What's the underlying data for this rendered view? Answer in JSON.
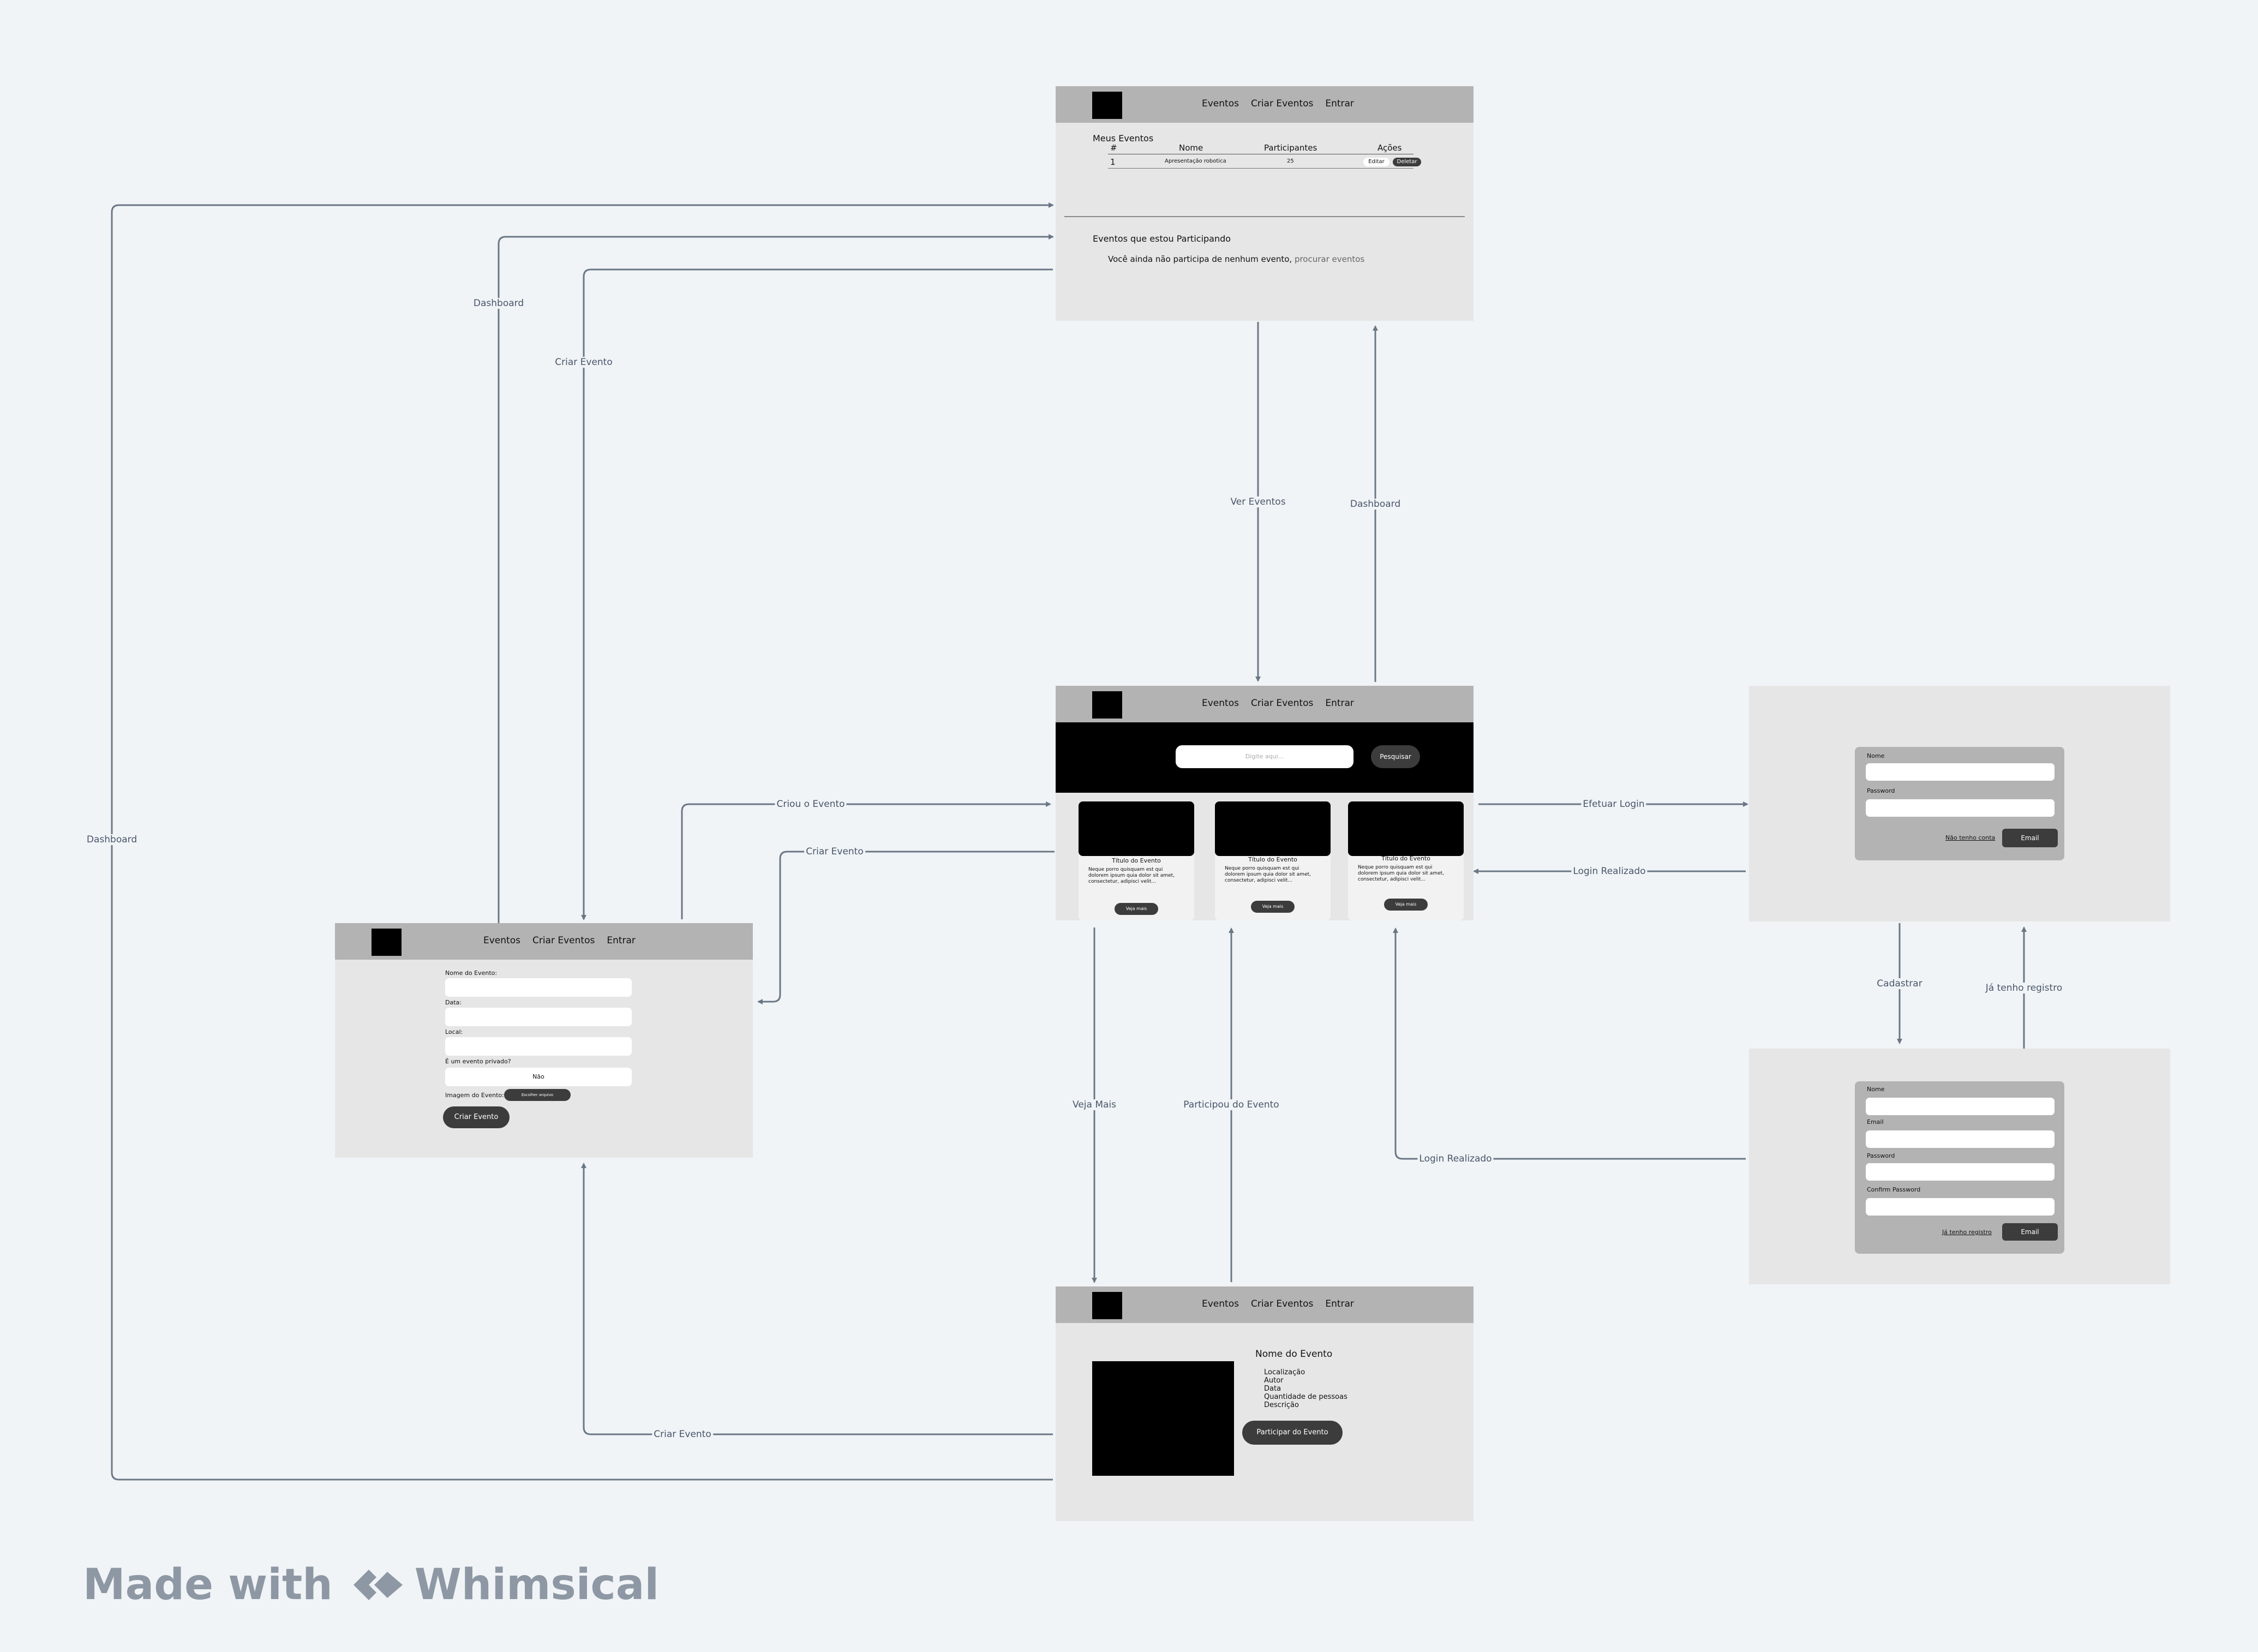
{
  "nav": {
    "eventos": "Eventos",
    "criar_eventos": "Criar Eventos",
    "entrar": "Entrar"
  },
  "dashboard": {
    "meus_eventos_title": "Meus Eventos",
    "table_headers": [
      "#",
      "Nome",
      "Participantes",
      "Ações"
    ],
    "table_rows": [
      {
        "num": "1",
        "nome": "Apresentação robotica",
        "participantes": "25"
      }
    ],
    "edit_label": "Editar",
    "delete_label": "Deletar",
    "participating_title": "Eventos que estou Participando",
    "empty_message": "Você ainda não participa de nenhum evento,",
    "empty_link": "procurar eventos"
  },
  "home": {
    "search_placeholder": "Digite aqui...",
    "search_button": "Pesquisar",
    "cards": [
      {
        "title": "Título do Evento",
        "desc": "Neque porro quisquam est qui dolorem ipsum quia dolor sit amet, consectetur, adipisci velit...",
        "button": "Veja mais"
      },
      {
        "title": "Título do Evento",
        "desc": "Neque porro quisquam est qui dolorem ipsum quia dolor sit amet, consectetur, adipisci velit...",
        "button": "Veja mais"
      },
      {
        "title": "Título do Evento",
        "desc": "Neque porro quisquam est qui dolorem ipsum quia dolor sit amet, consectetur, adipisci velit...",
        "button": "Veja mais"
      }
    ]
  },
  "create_event": {
    "label_nome": "Nome do Evento:",
    "label_data": "Data:",
    "label_local": "Local:",
    "label_privado": "É um evento privado?",
    "privado_value": "Não",
    "label_imagem": "Imagem do Evento:",
    "file_button": "Escolher arquivo",
    "submit": "Criar Evento"
  },
  "login": {
    "label_nome": "Nome",
    "label_password": "Password",
    "link": "Não tenho conta",
    "button": "Email"
  },
  "register": {
    "label_nome": "Nome",
    "label_email": "Email",
    "label_password": "Password",
    "label_confirm": "Confirm Password",
    "link": "Já tenho registro",
    "button": "Email"
  },
  "event_detail": {
    "title": "Nome do Evento",
    "info": [
      "Localização",
      "Autor",
      "Data",
      "Quantidade de pessoas",
      "Descrição"
    ],
    "button": "Participar do Evento"
  },
  "edges": {
    "ver_eventos": "Ver Eventos",
    "dashboard_right": "Dashboard",
    "dashboard_left": "Dashboard",
    "dashboard_mid": "Dashboard",
    "criar_evento_top": "Criar Evento",
    "criou_o_evento": "Criou o Evento",
    "criar_evento_mid": "Criar Evento",
    "efetuar_login": "Efetuar Login",
    "login_realizado_1": "Login Realizado",
    "login_realizado_2": "Login Realizado",
    "cadastrar": "Cadastrar",
    "ja_tenho_registro": "Já tenho registro",
    "veja_mais": "Veja Mais",
    "participou_do_evento": "Participou do Evento",
    "criar_evento_bottom": "Criar Evento"
  },
  "watermark": {
    "made_with": "Made with",
    "brand": "Whimsical"
  },
  "colors": {
    "background": "#f0f4f7",
    "frame": "#e6e6e6",
    "navbar": "#b3b3b3",
    "edge": "#6b7785",
    "button": "#3c3c3c"
  }
}
